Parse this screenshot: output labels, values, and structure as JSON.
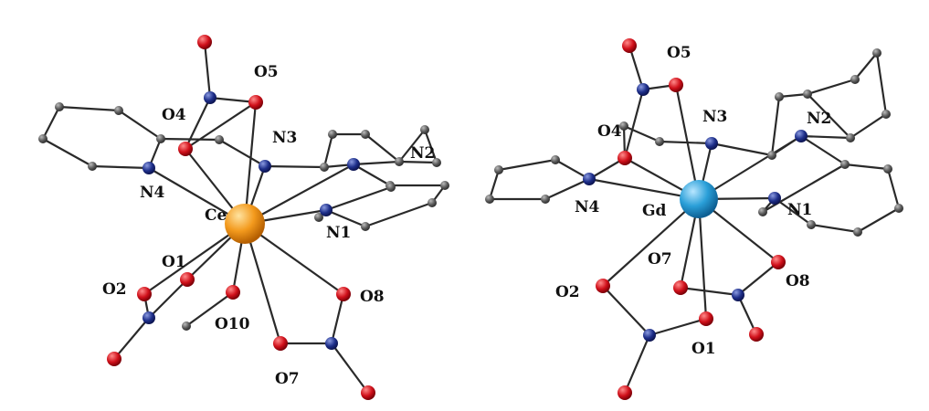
{
  "colors": {
    "background": "#ffffff",
    "bond": "#2a2a2a",
    "carbon": "#5a5a5a",
    "nitrogen": "#1e2f8a",
    "oxygen": "#d0101a",
    "cerium": "#f39a1d",
    "gadolinium": "#2a9fd8"
  },
  "molecules": [
    {
      "id": "ce",
      "metal": {
        "label": "Ce",
        "element": "Ce"
      },
      "atoms": [
        {
          "id": "Ce",
          "el": "Ce",
          "label": "Ce"
        },
        {
          "id": "N1",
          "el": "N",
          "label": "N1"
        },
        {
          "id": "N2",
          "el": "N",
          "label": "N2"
        },
        {
          "id": "N3",
          "el": "N",
          "label": "N3"
        },
        {
          "id": "N4",
          "el": "N",
          "label": "N4"
        },
        {
          "id": "O1",
          "el": "O",
          "label": "O1"
        },
        {
          "id": "O2",
          "el": "O",
          "label": "O2"
        },
        {
          "id": "O4",
          "el": "O",
          "label": "O4"
        },
        {
          "id": "O5",
          "el": "O",
          "label": "O5"
        },
        {
          "id": "O7",
          "el": "O",
          "label": "O7"
        },
        {
          "id": "O8",
          "el": "O",
          "label": "O8"
        },
        {
          "id": "O10",
          "el": "O",
          "label": "O10"
        },
        {
          "id": "Ot1",
          "el": "O",
          "label": ""
        },
        {
          "id": "Ot2",
          "el": "O",
          "label": ""
        },
        {
          "id": "Ot3",
          "el": "O",
          "label": ""
        },
        {
          "id": "Na",
          "el": "N",
          "label": ""
        },
        {
          "id": "Nb",
          "el": "N",
          "label": ""
        },
        {
          "id": "Nc",
          "el": "N",
          "label": ""
        }
      ]
    },
    {
      "id": "gd",
      "metal": {
        "label": "Gd",
        "element": "Gd"
      },
      "atoms": [
        {
          "id": "Gd",
          "el": "Gd",
          "label": "Gd"
        },
        {
          "id": "N1",
          "el": "N",
          "label": "N1"
        },
        {
          "id": "N2",
          "el": "N",
          "label": "N2"
        },
        {
          "id": "N3",
          "el": "N",
          "label": "N3"
        },
        {
          "id": "N4",
          "el": "N",
          "label": "N4"
        },
        {
          "id": "O1",
          "el": "O",
          "label": "O1"
        },
        {
          "id": "O2",
          "el": "O",
          "label": "O2"
        },
        {
          "id": "O4",
          "el": "O",
          "label": "O4"
        },
        {
          "id": "O5",
          "el": "O",
          "label": "O5"
        },
        {
          "id": "O7",
          "el": "O",
          "label": "O7"
        },
        {
          "id": "O8",
          "el": "O",
          "label": "O8"
        },
        {
          "id": "Ot1",
          "el": "O",
          "label": ""
        },
        {
          "id": "Ot2",
          "el": "O",
          "label": ""
        },
        {
          "id": "Ot3",
          "el": "O",
          "label": ""
        },
        {
          "id": "Na",
          "el": "N",
          "label": ""
        },
        {
          "id": "Nb",
          "el": "N",
          "label": ""
        },
        {
          "id": "Nc",
          "el": "N",
          "label": ""
        }
      ]
    }
  ]
}
